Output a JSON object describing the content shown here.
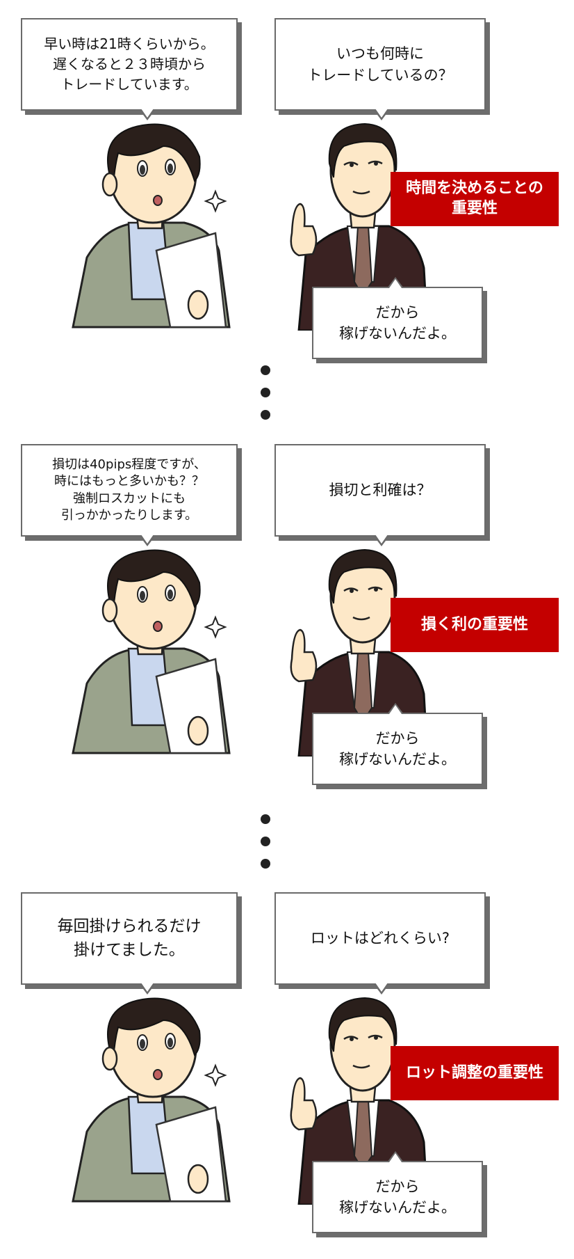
{
  "panels": [
    {
      "student_bubble": [
        "早い時は21時くらいから。",
        "遅くなると２３時頃から",
        "トレードしています。"
      ],
      "mentor_bubble": [
        "いつも何時に",
        "トレードしているの？"
      ],
      "label": [
        "時間を決めることの",
        "重要性"
      ],
      "reply": [
        "だから",
        "稼げないんだよ。"
      ]
    },
    {
      "student_bubble": [
        "損切は40pips程度ですが、",
        "時にはもっと多いかも？？",
        "強制ロスカットにも",
        "引っかかったりします。"
      ],
      "mentor_bubble": [
        "損切と利確は？"
      ],
      "label": [
        "損く利の重要性"
      ],
      "reply": [
        "だから",
        "稼げないんだよ。"
      ]
    },
    {
      "student_bubble": [
        "毎回掛けられるだけ",
        "掛けてました。"
      ],
      "mentor_bubble": [
        "ロットはどれくらい?"
      ],
      "label": [
        "ロット調整の重要性"
      ],
      "reply": [
        "だから",
        "稼げないんだよ。"
      ]
    }
  ],
  "colors": {
    "label_bg": "#c40000",
    "suit_green": "#9aa38c",
    "suit_dark": "#3a2222",
    "skin": "#fde8c8",
    "hair": "#2a1f1b",
    "shirt_blue": "#c9d7ee",
    "tie": "#8d6a5e"
  },
  "icons": {
    "ellipsis": "vertical-dots",
    "sparkle": "sparkle-icon"
  }
}
